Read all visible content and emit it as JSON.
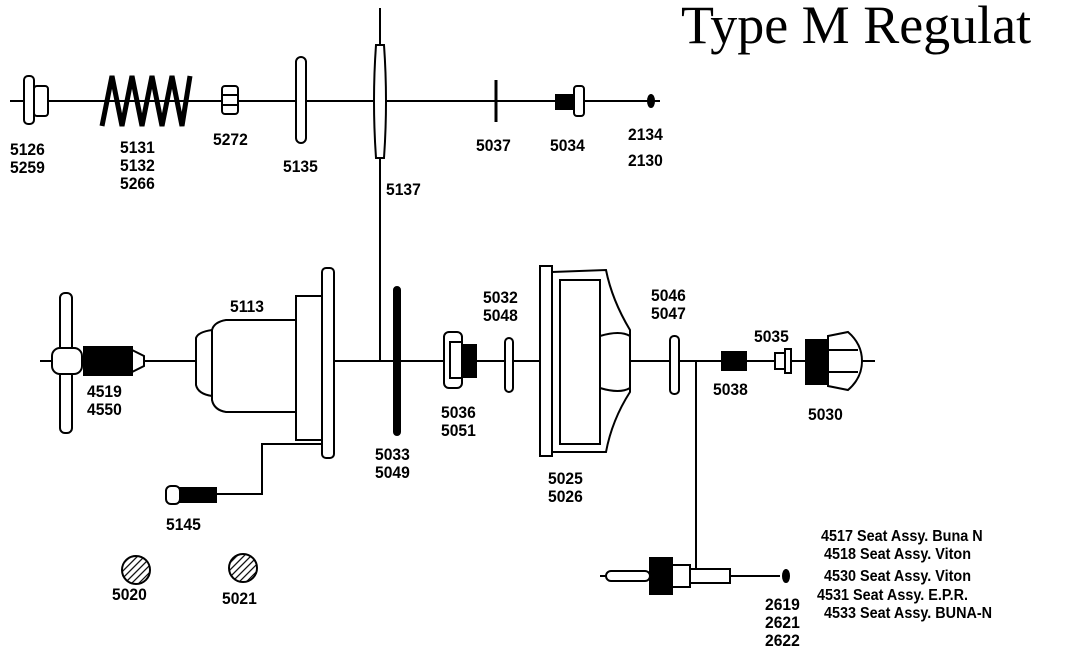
{
  "title": "Type M Regulat",
  "parts": {
    "p5126": [
      "5126",
      "5259"
    ],
    "p5131": [
      "5131",
      "5132",
      "5266"
    ],
    "p5272": [
      "5272"
    ],
    "p5135": [
      "5135"
    ],
    "p5137": [
      "5137"
    ],
    "p5037": [
      "5037"
    ],
    "p5034": [
      "5034"
    ],
    "p2134": [
      "2134",
      "2130"
    ],
    "p5113": [
      "5113"
    ],
    "p4519": [
      "4519",
      "4550"
    ],
    "p5033": [
      "5033",
      "5049"
    ],
    "p5032": [
      "5032",
      "5048"
    ],
    "p5036": [
      "5036",
      "5051"
    ],
    "p5025": [
      "5025",
      "5026"
    ],
    "p5046": [
      "5046",
      "5047"
    ],
    "p5035": [
      "5035"
    ],
    "p5038": [
      "5038"
    ],
    "p5030": [
      "5030"
    ],
    "p5145": [
      "5145"
    ],
    "p5020": [
      "5020"
    ],
    "p5021": [
      "5021"
    ],
    "p2619": [
      "2619",
      "2621",
      "2622"
    ]
  },
  "seat_options": [
    "4517 Seat Assy. Buna N",
    "4518 Seat Assy. Viton",
    "4530 Seat Assy. Viton",
    "4531 Seat Assy. E.P.R.",
    "4533 Seat Assy. BUNA-N"
  ]
}
